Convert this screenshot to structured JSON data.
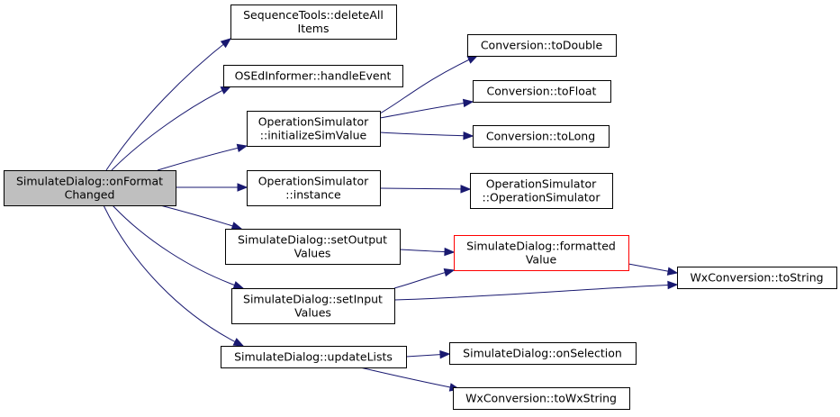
{
  "nodes": {
    "root": [
      "SimulateDialog::onFormat",
      "Changed"
    ],
    "delete_all": [
      "SequenceTools::deleteAll",
      "Items"
    ],
    "handle_event": [
      "OSEdInformer::handleEvent"
    ],
    "init_sim": [
      "OperationSimulator",
      "::initializeSimValue"
    ],
    "instance": [
      "OperationSimulator",
      "::instance"
    ],
    "set_output": [
      "SimulateDialog::setOutput",
      "Values"
    ],
    "set_input": [
      "SimulateDialog::setInput",
      "Values"
    ],
    "update_lists": [
      "SimulateDialog::updateLists"
    ],
    "to_double": [
      "Conversion::toDouble"
    ],
    "to_float": [
      "Conversion::toFloat"
    ],
    "to_long": [
      "Conversion::toLong"
    ],
    "op_sim_ctor": [
      "OperationSimulator",
      "::OperationSimulator"
    ],
    "formatted_value": [
      "SimulateDialog::formatted",
      "Value"
    ],
    "wx_to_string": [
      "WxConversion::toString"
    ],
    "on_selection": [
      "SimulateDialog::onSelection"
    ],
    "wx_to_wxstring": [
      "WxConversion::toWxString"
    ]
  }
}
